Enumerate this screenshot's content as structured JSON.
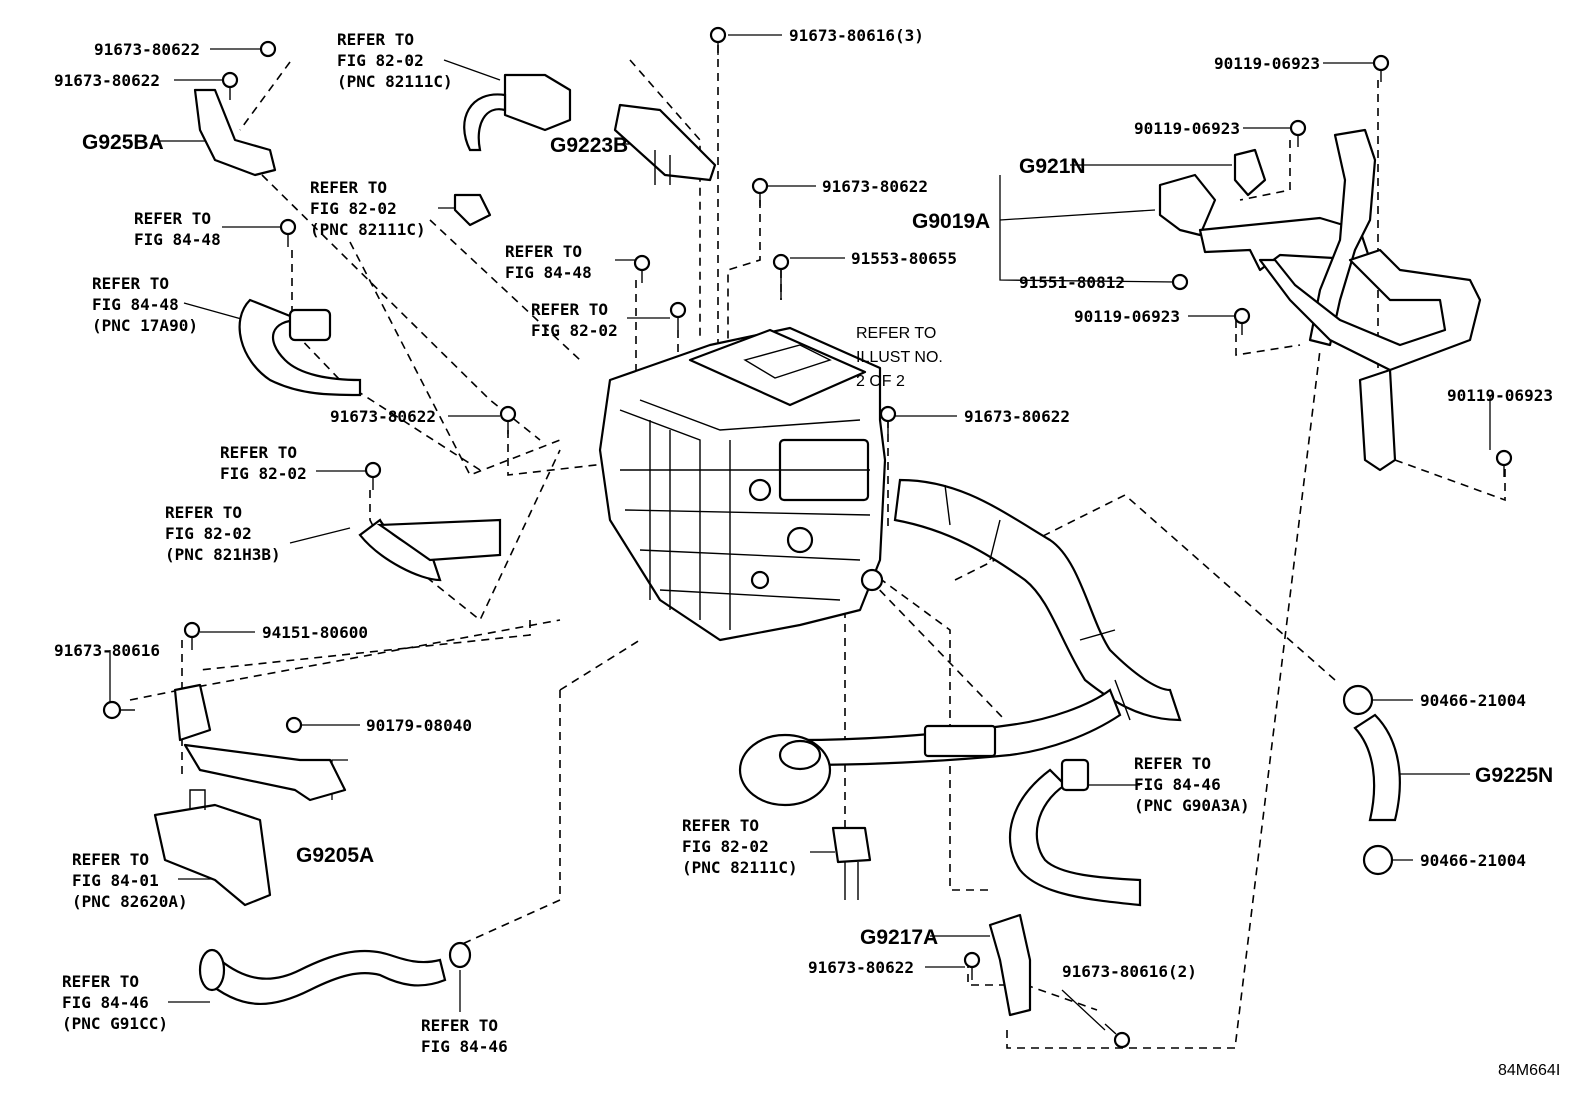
{
  "diagram_code": "84M664I",
  "callouts": {
    "c01": "91673-80622",
    "c02": "91673-80622",
    "c03": "G925BA",
    "c04a": "REFER TO",
    "c04b": "FIG 82-02",
    "c04c": "(PNC 82111C)",
    "c05a": "REFER TO",
    "c05b": "FIG 82-02",
    "c05c": "(PNC 82111C)",
    "c06a": "REFER TO",
    "c06b": "FIG 84-48",
    "c07a": "REFER TO",
    "c07b": "FIG 84-48",
    "c07c": "(PNC 17A90)",
    "c08": "G9223B",
    "c09": "91673-80616(3)",
    "c10": "91673-80622",
    "c11a": "REFER TO",
    "c11b": "FIG 84-48",
    "c12": "91553-80655",
    "c13a": "REFER TO",
    "c13b": "FIG 82-02",
    "c14a": "REFER TO",
    "c14b": "ILLUST NO.",
    "c14c": "2 OF 2",
    "c15": "91673-80622",
    "c16": "91673-80622",
    "c17a": "REFER TO",
    "c17b": "FIG 82-02",
    "c18a": "REFER TO",
    "c18b": "FIG 82-02",
    "c18c": "(PNC 821H3B)",
    "c19": "90119-06923",
    "c20": "90119-06923",
    "c21": "G921N",
    "c22": "G9019A",
    "c23": "91551-80812",
    "c24": "90119-06923",
    "c25": "90119-06923",
    "c26": "91673-80616",
    "c27": "94151-80600",
    "c28": "90179-08040",
    "c29": "G9205A",
    "c30a": "REFER TO",
    "c30b": "FIG 84-01",
    "c30c": "(PNC 82620A)",
    "c31a": "REFER TO",
    "c31b": "FIG 82-02",
    "c31c": "(PNC 82111C)",
    "c32a": "REFER TO",
    "c32b": "FIG 84-46",
    "c32c": "(PNC G90A3A)",
    "c33": "90466-21004",
    "c34": "G9225N",
    "c35": "90466-21004",
    "c36": "G9217A",
    "c37": "91673-80622",
    "c38": "91673-80616(2)",
    "c39a": "REFER TO",
    "c39b": "FIG 84-46",
    "c39c": "(PNC G91CC)",
    "c40a": "REFER TO",
    "c40b": "FIG 84-46"
  }
}
